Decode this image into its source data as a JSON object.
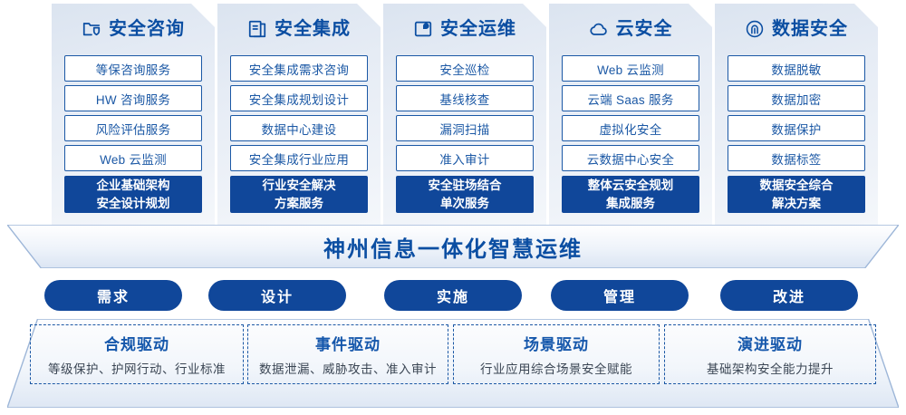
{
  "pillars": [
    {
      "icon": "shield-folder-icon",
      "title": "安全咨询",
      "items": [
        "等保咨询服务",
        "HW 咨询服务",
        "风险评估服务",
        "Web 云监测"
      ],
      "accent": [
        "企业基础架构",
        "安全设计规划"
      ]
    },
    {
      "icon": "documents-stack-icon",
      "title": "安全集成",
      "items": [
        "安全集成需求咨询",
        "安全集成规划设计",
        "数据中心建设",
        "安全集成行业应用"
      ],
      "accent": [
        "行业安全解决",
        "方案服务"
      ]
    },
    {
      "icon": "monitor-chart-icon",
      "title": "安全运维",
      "items": [
        "安全巡检",
        "基线核查",
        "漏洞扫描",
        "准入审计"
      ],
      "accent": [
        "安全驻场结合",
        "单次服务"
      ]
    },
    {
      "icon": "cloud-icon",
      "title": "云安全",
      "items": [
        "Web 云监测",
        "云端 Saas 服务",
        "虚拟化安全",
        "云数据中心安全"
      ],
      "accent": [
        "整体云安全规划",
        "集成服务"
      ]
    },
    {
      "icon": "fingerprint-icon",
      "title": "数据安全",
      "items": [
        "数据脱敏",
        "数据加密",
        "数据保护",
        "数据标签"
      ],
      "accent": [
        "数据安全综合",
        "解决方案"
      ]
    }
  ],
  "banner": {
    "title": "神州信息一体化智慧运维"
  },
  "phases": [
    {
      "label": "需求"
    },
    {
      "label": "设计"
    },
    {
      "label": "实施"
    },
    {
      "label": "管理"
    },
    {
      "label": "改进"
    }
  ],
  "drivers": [
    {
      "title": "合规驱动",
      "desc": "等级保护、护网行动、行业标准"
    },
    {
      "title": "事件驱动",
      "desc": "数据泄漏、威胁攻击、准入审计"
    },
    {
      "title": "场景驱动",
      "desc": "行业应用综合场景安全赋能"
    },
    {
      "title": "演进驱动",
      "desc": "基础架构安全能力提升"
    }
  ],
  "colors": {
    "brand_blue": "#10479a",
    "title_blue": "#0b4ea2",
    "item_border": "#1b58a5",
    "panel_bg": "#e6ecf5",
    "text_gray": "#3b4654"
  }
}
